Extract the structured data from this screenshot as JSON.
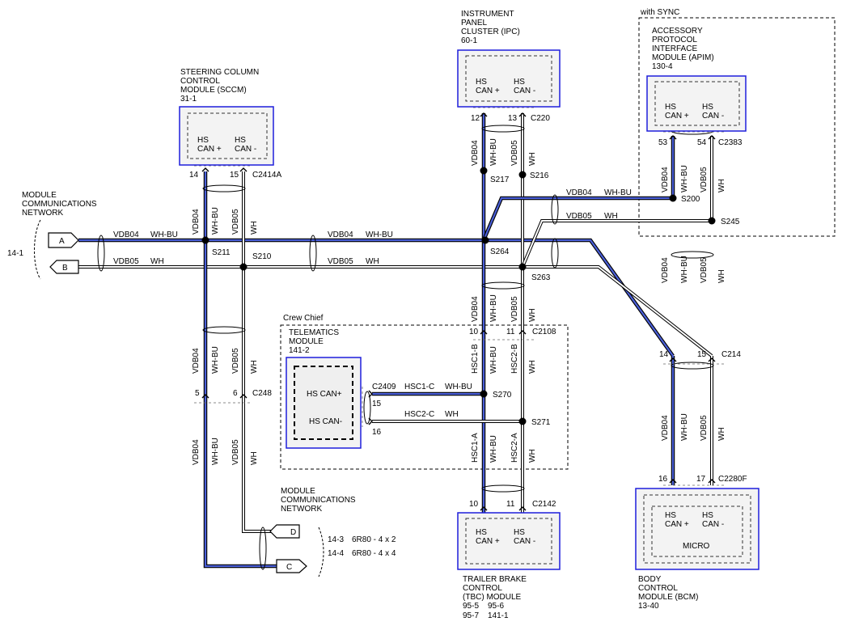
{
  "modules": {
    "sccm": {
      "name": [
        "STEERING COLUMN",
        "CONTROL",
        "MODULE (SCCM)",
        "31-1"
      ],
      "pins": [
        "HS",
        "CAN +",
        "HS",
        "CAN -"
      ]
    },
    "ipc": {
      "name": [
        "INSTRUMENT",
        "PANEL",
        "CLUSTER (IPC)",
        "60-1"
      ],
      "pins": [
        "HS",
        "CAN +",
        "HS",
        "CAN -"
      ]
    },
    "apim": {
      "group": "with SYNC",
      "name": [
        "ACCESSORY",
        "PROTOCOL",
        "INTERFACE",
        "MODULE (APIM)",
        "130-4"
      ],
      "pins": [
        "HS",
        "CAN +",
        "HS",
        "CAN -"
      ]
    },
    "telematics": {
      "group": "Crew Chief",
      "name": [
        "TELEMATICS",
        "MODULE",
        "141-2"
      ],
      "pins": [
        "HS CAN+",
        "HS CAN-"
      ]
    },
    "tbc": {
      "name": [
        "TRAILER BRAKE",
        "CONTROL",
        "(TBC) MODULE"
      ],
      "refs": [
        "95-5",
        "95-6",
        "95-7",
        "141-1"
      ],
      "pins": [
        "HS",
        "CAN +",
        "HS",
        "CAN -"
      ]
    },
    "bcm": {
      "name": [
        "BODY",
        "CONTROL",
        "MODULE (BCM)",
        "13-40"
      ],
      "pins": [
        "HS",
        "CAN +",
        "HS",
        "CAN -"
      ],
      "micro": "MICRO"
    }
  },
  "network_left": {
    "title": [
      "MODULE",
      "COMMUNICATIONS",
      "NETWORK"
    ],
    "page": "14-1",
    "conn_a": "A",
    "conn_b": "B"
  },
  "network_bottom": {
    "title": [
      "MODULE",
      "COMMUNICATIONS",
      "NETWORK"
    ],
    "conn_d": "D",
    "conn_c": "C",
    "page_d": "14-3",
    "desc_d": "6R80 - 4 x 2",
    "page_c": "14-4",
    "desc_c": "6R80 - 4 x 4"
  },
  "wires": {
    "vdb04": "VDB04",
    "vdb05": "VDB05",
    "whbu": "WH-BU",
    "wh": "WH",
    "hsc1b": "HSC1-B",
    "hsc2b": "HSC2-B",
    "hsc1a": "HSC1-A",
    "hsc2a": "HSC2-A",
    "hsc1c": "HSC1-C",
    "hsc2c": "HSC2-C"
  },
  "splices": {
    "s211": "S211",
    "s210": "S210",
    "s264": "S264",
    "s263": "S263",
    "s217": "S217",
    "s216": "S216",
    "s200": "S200",
    "s245": "S245",
    "s270": "S270",
    "s271": "S271"
  },
  "connectors": {
    "c2414a": "C2414A",
    "p14": "14",
    "p15": "15",
    "c220": "C220",
    "p12": "12",
    "p13": "13",
    "c2383": "C2383",
    "p53": "53",
    "p54": "54",
    "c248": "C248",
    "p5": "5",
    "p6": "6",
    "c2108": "C2108",
    "p10a": "10",
    "p11a": "11",
    "c2409": "C2409",
    "p15t": "15",
    "p16t": "16",
    "c2142": "C2142",
    "p10b": "10",
    "p11b": "11",
    "c214": "C214",
    "p14b": "14",
    "p15b": "15",
    "c2280f": "C2280F",
    "p16b": "16",
    "p17b": "17"
  }
}
